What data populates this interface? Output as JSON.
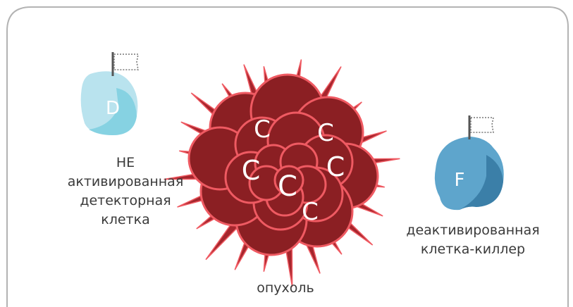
{
  "colors": {
    "frame": "#b3b3b3",
    "detector_light": "#b9e3ee",
    "detector_dark": "#86d2e2",
    "killer_light": "#5ea5cc",
    "killer_dark": "#3b7fa8",
    "tumor_fill": "#8b1f23",
    "tumor_outline": "#ef5a62",
    "spike": "#a6262d",
    "flag_pole": "#555555",
    "flag_dots": "#777777"
  },
  "icons": [
    "flag-icon",
    "flag-icon"
  ],
  "detector_cell": {
    "letter": "D",
    "label_lines": [
      "НЕ",
      "активированная",
      "детекторная",
      "клетка"
    ]
  },
  "tumor": {
    "letters": [
      "C",
      "C",
      "C",
      "C",
      "C",
      "C"
    ],
    "label": "опухоль"
  },
  "killer_cell": {
    "letter": "F",
    "label_lines": [
      "деактивированная",
      "клетка-киллер"
    ]
  }
}
